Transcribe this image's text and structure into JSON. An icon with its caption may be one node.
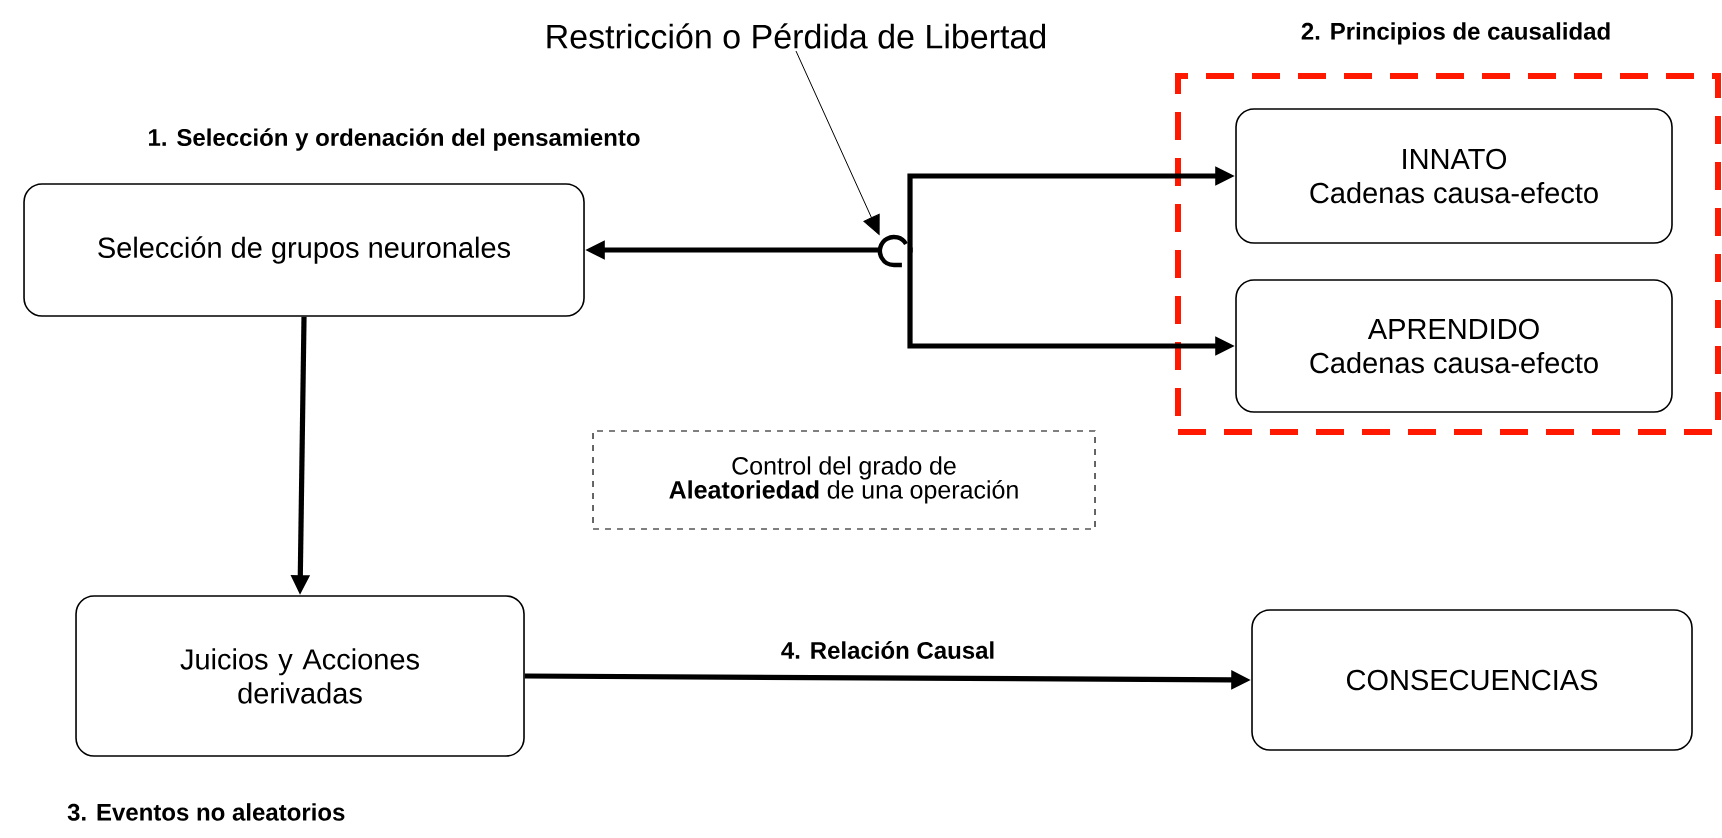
{
  "diagram": {
    "nodes": [
      {
        "text": [
          "2. Principios de causalidad"
        ]
      },
      {
        "text": [
          "INNATO",
          "Cadenas causa-efecto"
        ],
        "in": 0
      },
      {
        "text": [
          "APRENDIDO",
          "Cadenas causa-efecto"
        ],
        "in": 0
      },
      {
        "text": [
          "1. Selección y ordenación del pensamiento",
          "Selección de grupos neuronales"
        ]
      },
      {
        "text": [
          "Juicios y Acciones derivadas"
        ]
      },
      {
        "text": [
          "CONSECUENCIAS"
        ]
      },
      {
        "text": [
          "Control del grado de **Aleatoriedad** de una operación"
        ]
      },
      {
        "text": [
          "Restricción o Pérdida de Libertad"
        ]
      },
      {
        "text": [],
        "shape": "arc"
      }
    ],
    "edges": [
      {
        "from": 8,
        "to": 3,
        "arrow": "to"
      },
      {
        "from": 8,
        "to": 1,
        "arrow": "to"
      },
      {
        "from": 8,
        "to": 2,
        "arrow": "to"
      },
      {
        "from": 3,
        "to": 4,
        "arrow": "to"
      },
      {
        "from": 4,
        "to": 5,
        "arrow": "to",
        "label": "4. Relación Causal"
      },
      {
        "from": 7,
        "to": 8,
        "arrow": "to"
      }
    ],
    "labels": [
      "3. Eventos no aleatorios"
    ]
  }
}
